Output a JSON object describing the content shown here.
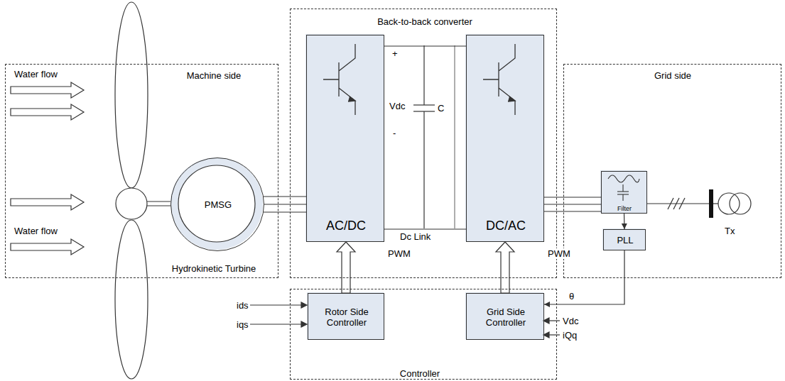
{
  "diagram": {
    "nodes": [
      {
        "text": [
          "Machine side",
          "Hydrokinetic Turbine"
        ]
      },
      {
        "text": [
          "PMSG"
        ],
        "in": 0
      },
      {
        "text": [
          "Back-to-back converter"
        ]
      },
      {
        "text": [
          "AC/DC"
        ],
        "in": 2
      },
      {
        "text": [
          "DC/AC"
        ],
        "in": 2
      },
      {
        "text": [
          "Grid side"
        ]
      },
      {
        "text": [
          "Filter"
        ],
        "in": 5
      },
      {
        "text": [
          "PLL"
        ],
        "in": 5
      },
      {
        "text": [
          "Controller"
        ]
      },
      {
        "text": [
          "Rotor Side Controller"
        ],
        "in": 8
      },
      {
        "text": [
          "Grid Side Controller"
        ],
        "in": 8
      }
    ],
    "edges": [
      {
        "from": 1,
        "to": 3,
        "arrow": "none"
      },
      {
        "from": 3,
        "to": 4,
        "arrow": "none"
      },
      {
        "from": 4,
        "to": 6,
        "arrow": "none"
      },
      {
        "from": 6,
        "to": 7,
        "arrow": "to"
      },
      {
        "from": 7,
        "to": 10,
        "label": "θ",
        "arrow": "to"
      },
      {
        "from": 9,
        "to": 3,
        "label": "PWM",
        "arrow": "to"
      },
      {
        "from": 10,
        "to": 4,
        "label": "PWM",
        "arrow": "to"
      }
    ],
    "labels": [
      "Water flow",
      "Water flow",
      "+",
      "Vdc",
      "C",
      "-",
      "Dc Link",
      "ids",
      "iqs",
      "Vdc",
      "iQq",
      "Tx"
    ]
  }
}
